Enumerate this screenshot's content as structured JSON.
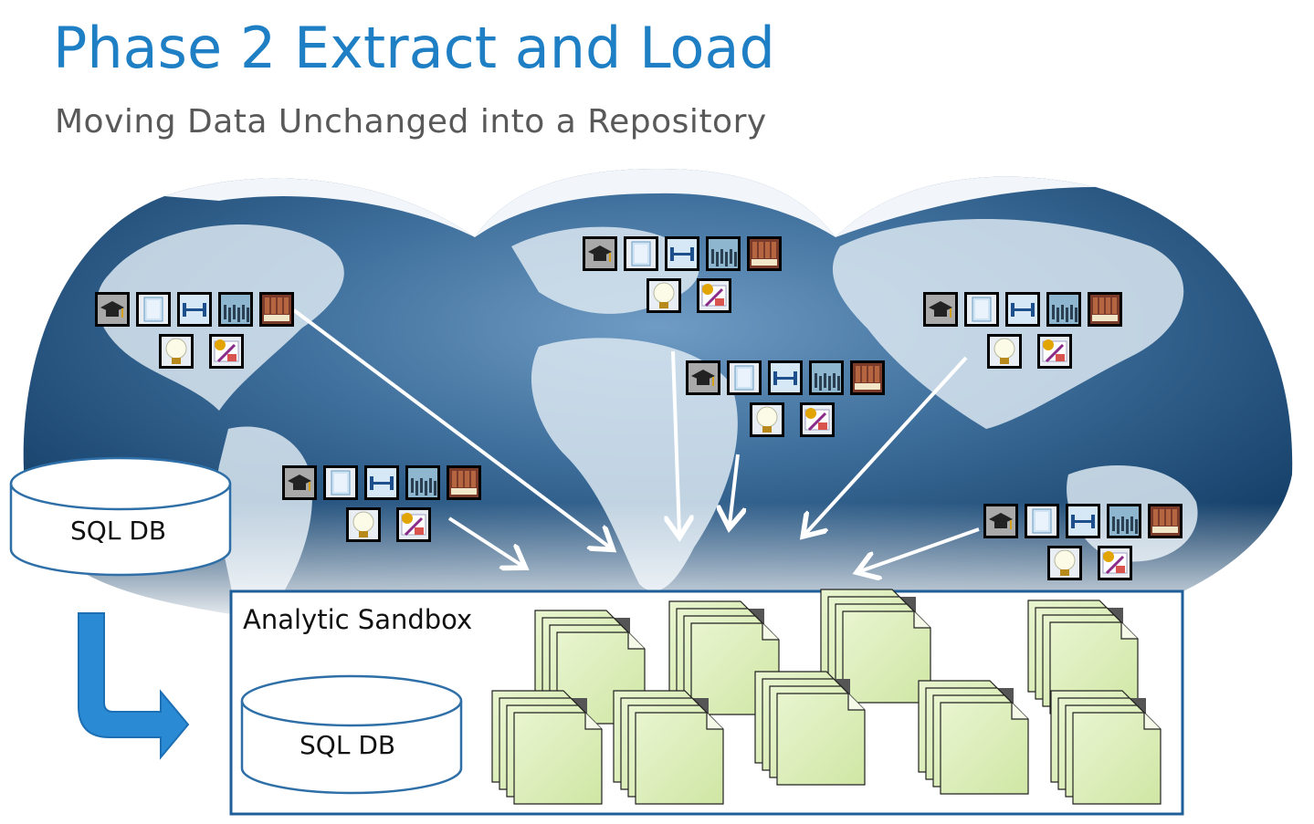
{
  "slide": {
    "title": "Phase 2 Extract and Load",
    "subtitle": "Moving Data Unchanged into a Repository",
    "external_db_label": "SQL DB",
    "sandbox": {
      "label": "Analytic Sandbox",
      "db_label": "SQL DB"
    },
    "source_clusters": [
      {
        "id": "north-america",
        "icons_top": [
          "graduation-cap-icon",
          "document-icon",
          "dumbbell-icon",
          "crowd-icon",
          "books-icon"
        ],
        "icons_bottom": [
          "lightbulb-icon",
          "certificate-icon"
        ]
      },
      {
        "id": "europe",
        "icons_top": [
          "graduation-cap-icon",
          "document-icon",
          "dumbbell-icon",
          "crowd-icon",
          "books-icon"
        ],
        "icons_bottom": [
          "lightbulb-icon",
          "certificate-icon"
        ]
      },
      {
        "id": "asia",
        "icons_top": [
          "graduation-cap-icon",
          "document-icon",
          "dumbbell-icon",
          "crowd-icon",
          "books-icon"
        ],
        "icons_bottom": [
          "lightbulb-icon",
          "certificate-icon"
        ]
      },
      {
        "id": "africa",
        "icons_top": [
          "graduation-cap-icon",
          "document-icon",
          "dumbbell-icon",
          "crowd-icon",
          "books-icon"
        ],
        "icons_bottom": [
          "lightbulb-icon",
          "certificate-icon"
        ]
      },
      {
        "id": "south-america",
        "icons_top": [
          "graduation-cap-icon",
          "document-icon",
          "dumbbell-icon",
          "crowd-icon",
          "books-icon"
        ],
        "icons_bottom": [
          "lightbulb-icon",
          "certificate-icon"
        ]
      },
      {
        "id": "australia",
        "icons_top": [
          "graduation-cap-icon",
          "document-icon",
          "dumbbell-icon",
          "crowd-icon",
          "books-icon"
        ],
        "icons_bottom": [
          "lightbulb-icon",
          "certificate-icon"
        ]
      }
    ],
    "document_stack_count": 9,
    "colors": {
      "title": "#1f7fc4",
      "subtitle": "#595959",
      "cylinder_stroke": "#2e6fa8",
      "sandbox_border": "#1f5f99",
      "arrow_blue": "#2a8ad4",
      "doc_fill": "#d8ecb4",
      "ocean_dark": "#123d66",
      "ocean_light": "#9cc0dc"
    }
  }
}
